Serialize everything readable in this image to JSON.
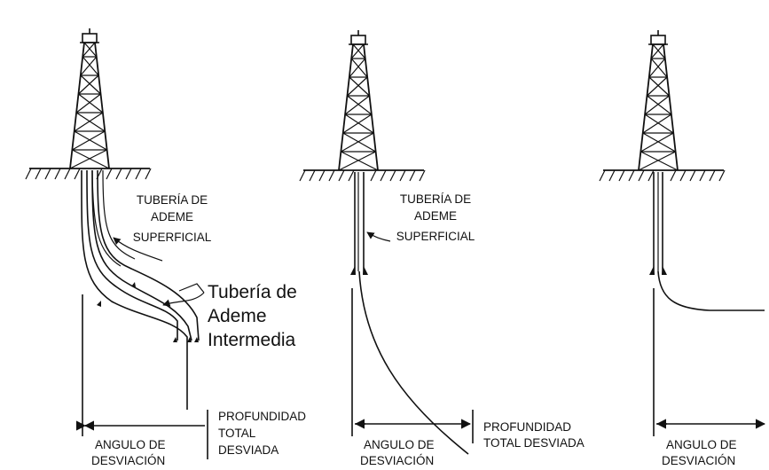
{
  "panels": [
    {
      "id": "panel-1",
      "labels": {
        "casing_surface": [
          "TUBERÍA DE",
          "ADEME",
          "SUPERFICIAL"
        ],
        "casing_intermediate": [
          "Tubería de",
          "Ademe",
          "Intermedia"
        ],
        "total_depth": [
          "PROFUNDIDAD",
          "TOTAL",
          "DESVIADA"
        ],
        "angle": [
          "ANGULO DE",
          "DESVIACIÓN"
        ]
      }
    },
    {
      "id": "panel-2",
      "labels": {
        "casing_surface": [
          "TUBERÍA DE",
          "ADEME",
          "SUPERFICIAL"
        ],
        "total_depth": [
          "PROFUNDIDAD",
          "TOTAL DESVIADA"
        ],
        "angle": [
          "ANGULO DE",
          "DESVIACIÓN"
        ]
      }
    },
    {
      "id": "panel-3",
      "labels": {
        "angle": [
          "ANGULO DE",
          "DESVIACIÓN"
        ]
      }
    }
  ],
  "colors": {
    "line": "#111111",
    "background": "#ffffff"
  }
}
